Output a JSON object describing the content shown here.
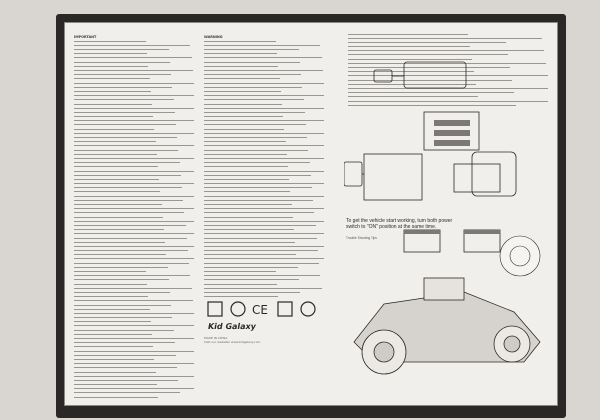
{
  "photo": {
    "subject": "Back side of an RC toy car package with instructions and assembly diagrams"
  },
  "panel": {
    "title_left": "IMPORTANT",
    "title_right": "WARNING",
    "note_1": "To get the vehicle start working, turn both power switch to \"ON\" position at the same time.",
    "note_2": "Trouble Shooting Tips",
    "brand": "Kid Galaxy",
    "made_in": "MADE IN CHINA",
    "url": "Visit our website! www.kidgalaxy.com"
  },
  "colors": {
    "panel": "#f1efeb",
    "text": "#7b7875",
    "box": "#2a2826"
  }
}
